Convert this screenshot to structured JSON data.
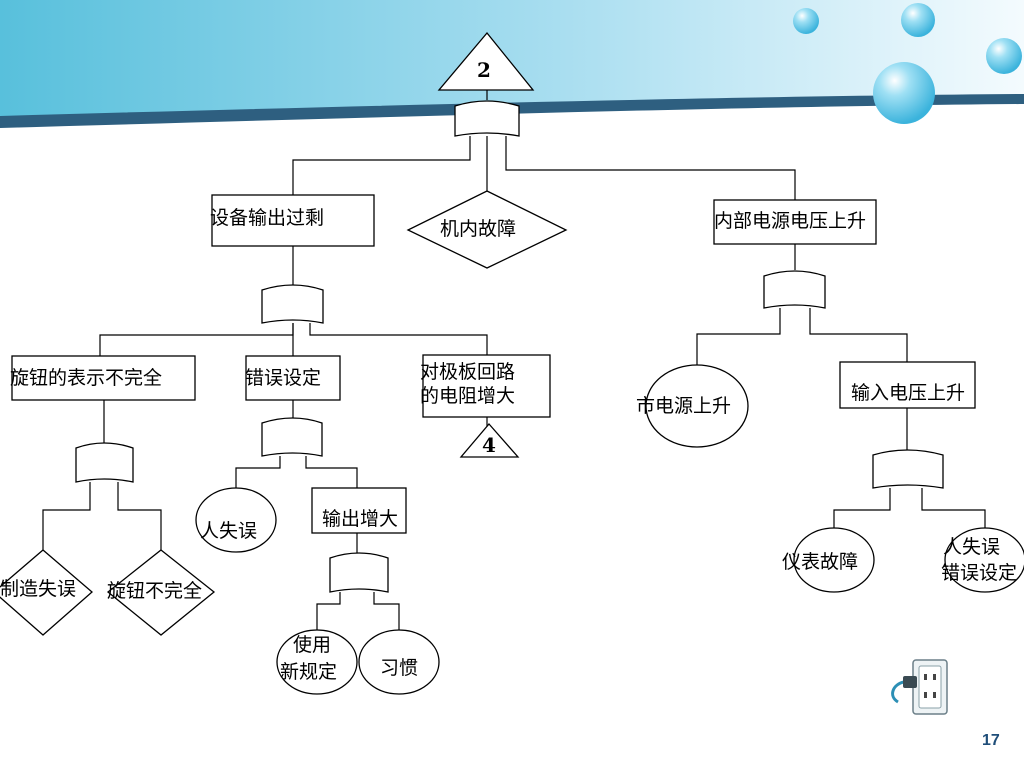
{
  "slide": {
    "page_number": "17"
  },
  "colors": {
    "header_band": "#5cc3dd",
    "header_stripe": "#2e5f80",
    "bubble": "#4fbfe3",
    "line": "#000000"
  },
  "transfers": {
    "top": "2",
    "sub": "4"
  },
  "nodes": {
    "equipment_output_excess": "设备输出过剩",
    "internal_fault": "机内故障",
    "internal_supply_voltage_rise": "内部电源电压上升",
    "knob_indication_incomplete": "旋钮的表示不完全",
    "wrong_setting": "错误设定",
    "plate_circuit_resistance_line1": "对极板回路",
    "plate_circuit_resistance_line2": "的电阻增大",
    "mains_supply_rise": "市电源上升",
    "input_voltage_rise": "输入电压上升",
    "manufacturing_error": "制造失误",
    "knob_incomplete": "旋钮不完全",
    "human_error": "人失误",
    "output_increase": "输出增大",
    "meter_fault": "仪表故障",
    "human_error_setting_line1": "人失误",
    "human_error_setting_line2": "错误设定",
    "new_rule_line1": "使用",
    "new_rule_line2": "新规定",
    "habit": "习惯"
  },
  "icons": {
    "power_outlet": "power-outlet-plug-icon"
  }
}
